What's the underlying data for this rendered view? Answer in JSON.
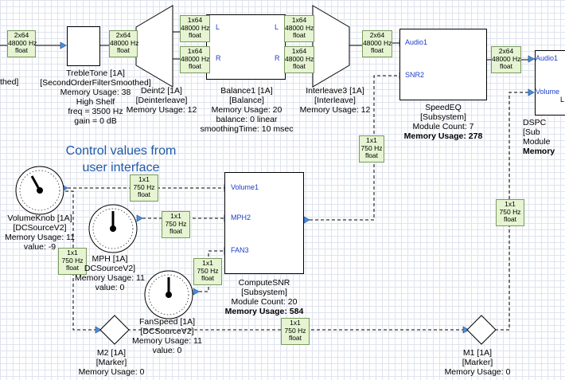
{
  "annotation": {
    "line1": "Control values from",
    "line2": "user interface"
  },
  "signals": [
    {
      "id": "sig-input-edge",
      "lines": [
        "2x64",
        "48000 Hz",
        "float"
      ]
    },
    {
      "id": "sig-treble-out",
      "lines": [
        "2x64",
        "48000 Hz",
        "float"
      ]
    },
    {
      "id": "sig-deint-top",
      "lines": [
        "1x64",
        "48000 Hz",
        "float"
      ]
    },
    {
      "id": "sig-deint-bottom",
      "lines": [
        "1x64",
        "48000 Hz",
        "float"
      ]
    },
    {
      "id": "sig-balance-top",
      "lines": [
        "1x64",
        "48000 Hz",
        "float"
      ]
    },
    {
      "id": "sig-balance-bottom",
      "lines": [
        "1x64",
        "48000 Hz",
        "float"
      ]
    },
    {
      "id": "sig-interleave-out",
      "lines": [
        "2x64",
        "48000 Hz",
        "float"
      ]
    },
    {
      "id": "sig-speedeq-out",
      "lines": [
        "2x64",
        "48000 Hz",
        "float"
      ]
    },
    {
      "id": "sig-snr-to-speedeq",
      "lines": [
        "1x1",
        "750 Hz",
        "float"
      ]
    },
    {
      "id": "sig-volume-knob",
      "lines": [
        "1x1",
        "750 Hz",
        "float"
      ]
    },
    {
      "id": "sig-mph",
      "lines": [
        "1x1",
        "750 Hz",
        "float"
      ]
    },
    {
      "id": "sig-fan",
      "lines": [
        "1x1",
        "750 Hz",
        "float"
      ]
    },
    {
      "id": "sig-volume-down",
      "lines": [
        "1x1",
        "750 Hz",
        "float"
      ]
    },
    {
      "id": "sig-to-dspc",
      "lines": [
        "1x1",
        "750 Hz",
        "float"
      ]
    },
    {
      "id": "sig-marker",
      "lines": [
        "1x1",
        "750 Hz",
        "float"
      ]
    }
  ],
  "modules": {
    "left_edge": {
      "lines": [
        "thed]"
      ]
    },
    "treble": {
      "lines": [
        "TrebleTone [1A]",
        "[SecondOrderFilterSmoothed]",
        "Memory Usage: 38",
        "High Shelf",
        "freq = 3500 Hz",
        "gain = 0 dB"
      ]
    },
    "deint": {
      "lines": [
        "Deint2 [1A]",
        "[Deinterleave]",
        "Memory Usage: 12"
      ]
    },
    "balance": {
      "lines": [
        "Balance1 [1A]",
        "[Balance]",
        "Memory Usage: 20",
        "balance: 0 linear",
        "smoothingTime: 10 msec"
      ]
    },
    "interleave": {
      "lines": [
        "Interleave3 [1A]",
        "[Interleave]",
        "Memory Usage: 12"
      ]
    },
    "speedeq": {
      "lines": [
        "SpeedEQ",
        "[Subsystem]",
        "Module Count: 7"
      ],
      "bold": "Memory Usage: 278"
    },
    "dspc": {
      "lines": [
        "DSPC",
        "[Sub",
        "Module"
      ],
      "bold": "Memory"
    },
    "volume_knob": {
      "lines": [
        "VolumeKnob [1A]",
        "[DCSourceV2]",
        "Memory Usage: 11",
        "value: -9"
      ]
    },
    "mph": {
      "lines": [
        "MPH [1A]",
        "DCSourceV2]",
        "Memory Usage: 11",
        "value: 0"
      ]
    },
    "fan": {
      "lines": [
        "FanSpeed [1A]",
        "[DCSourceV2]",
        "Memory Usage: 11",
        "value: 0"
      ]
    },
    "compute_snr": {
      "lines": [
        "ComputeSNR",
        "[Subsystem]",
        "Module Count: 20"
      ],
      "bold": "Memory Usage: 584"
    },
    "m2": {
      "lines": [
        "M2 [1A]",
        "[Marker]",
        "Memory Usage: 0"
      ]
    },
    "m1": {
      "lines": [
        "M1 [1A]",
        "[Marker]",
        "Memory Usage: 0"
      ]
    }
  },
  "pins": {
    "speedeq_in1": "Audio1",
    "speedeq_in2": "SNR2",
    "dspc_in1": "Audio1",
    "dspc_in2": "Volume",
    "dspc_frag": "L",
    "snr_in1": "Volume1",
    "snr_in2": "MPH2",
    "snr_in3": "FAN3",
    "balance_l_in": "L",
    "balance_r_in": "R",
    "balance_l_out": "L",
    "balance_r_out": "R"
  },
  "colors": {
    "grid": "#dfe3ee",
    "signal_fill": "#e6f4d2",
    "pin": "#1e3cc8",
    "annotation": "#1f5aa8"
  }
}
